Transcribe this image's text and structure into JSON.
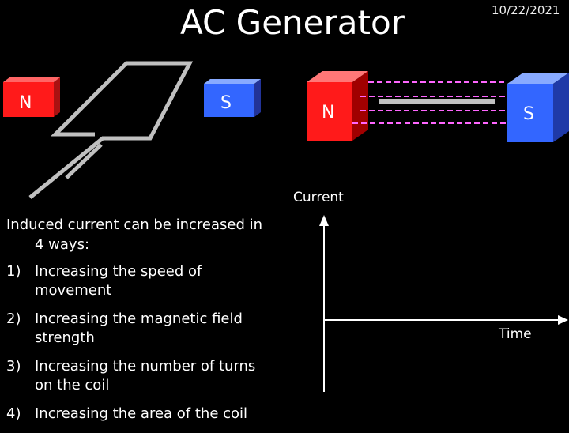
{
  "slide": {
    "title": "AC Generator",
    "date": "10/22/2021"
  },
  "left_magnets": {
    "north": "N",
    "south": "S"
  },
  "right_magnets": {
    "north": "N",
    "south": "S"
  },
  "graph": {
    "y_label": "Current",
    "x_label": "Time"
  },
  "intro_text": {
    "line1": "Induced current can be increased in",
    "line2": "4 ways:"
  },
  "ways": [
    {
      "num": "1)",
      "line1": "Increasing the speed of",
      "line2": "movement"
    },
    {
      "num": "2)",
      "line1": "Increasing the magnetic field",
      "line2": "strength"
    },
    {
      "num": "3)",
      "line1": "Increasing the number of turns",
      "line2": "on the coil"
    },
    {
      "num": "4)",
      "line1": "Increasing the area of the coil",
      "line2": ""
    }
  ],
  "colors": {
    "north": "#ff1a1a",
    "south": "#3366ff",
    "field_lines": "#ff66ff",
    "coil": "#c0c0c0",
    "background": "#000000"
  }
}
